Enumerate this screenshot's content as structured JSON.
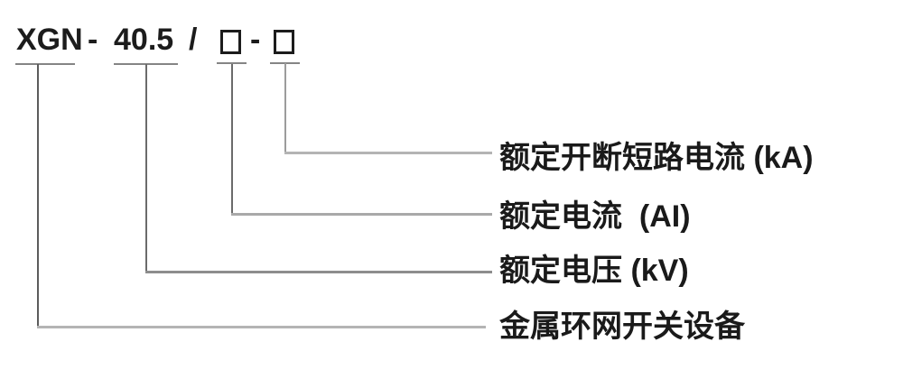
{
  "code_line": {
    "series": "XGN",
    "hyphen1": "-",
    "rated_voltage": "40.5",
    "slash": "/",
    "placeholder1": "□",
    "hyphen2": "-",
    "placeholder2": "□"
  },
  "callouts": [
    {
      "label": "额定开断短路电流 (kA)"
    },
    {
      "label": "额定电流  (AI)"
    },
    {
      "label": "额定电压 (kV)"
    },
    {
      "label": "金属环网开关设备"
    }
  ],
  "colors": {
    "text": "#1c1c1c",
    "tick": "#858585",
    "vline_dark": "#5c5c5c",
    "vline_mid": "#6b6b6b",
    "vline_light": "#9c9c9c",
    "hline_light": "#b4b4b4",
    "hline_mid": "#a9a9a9",
    "hline_dark": "#8d8d8d"
  }
}
